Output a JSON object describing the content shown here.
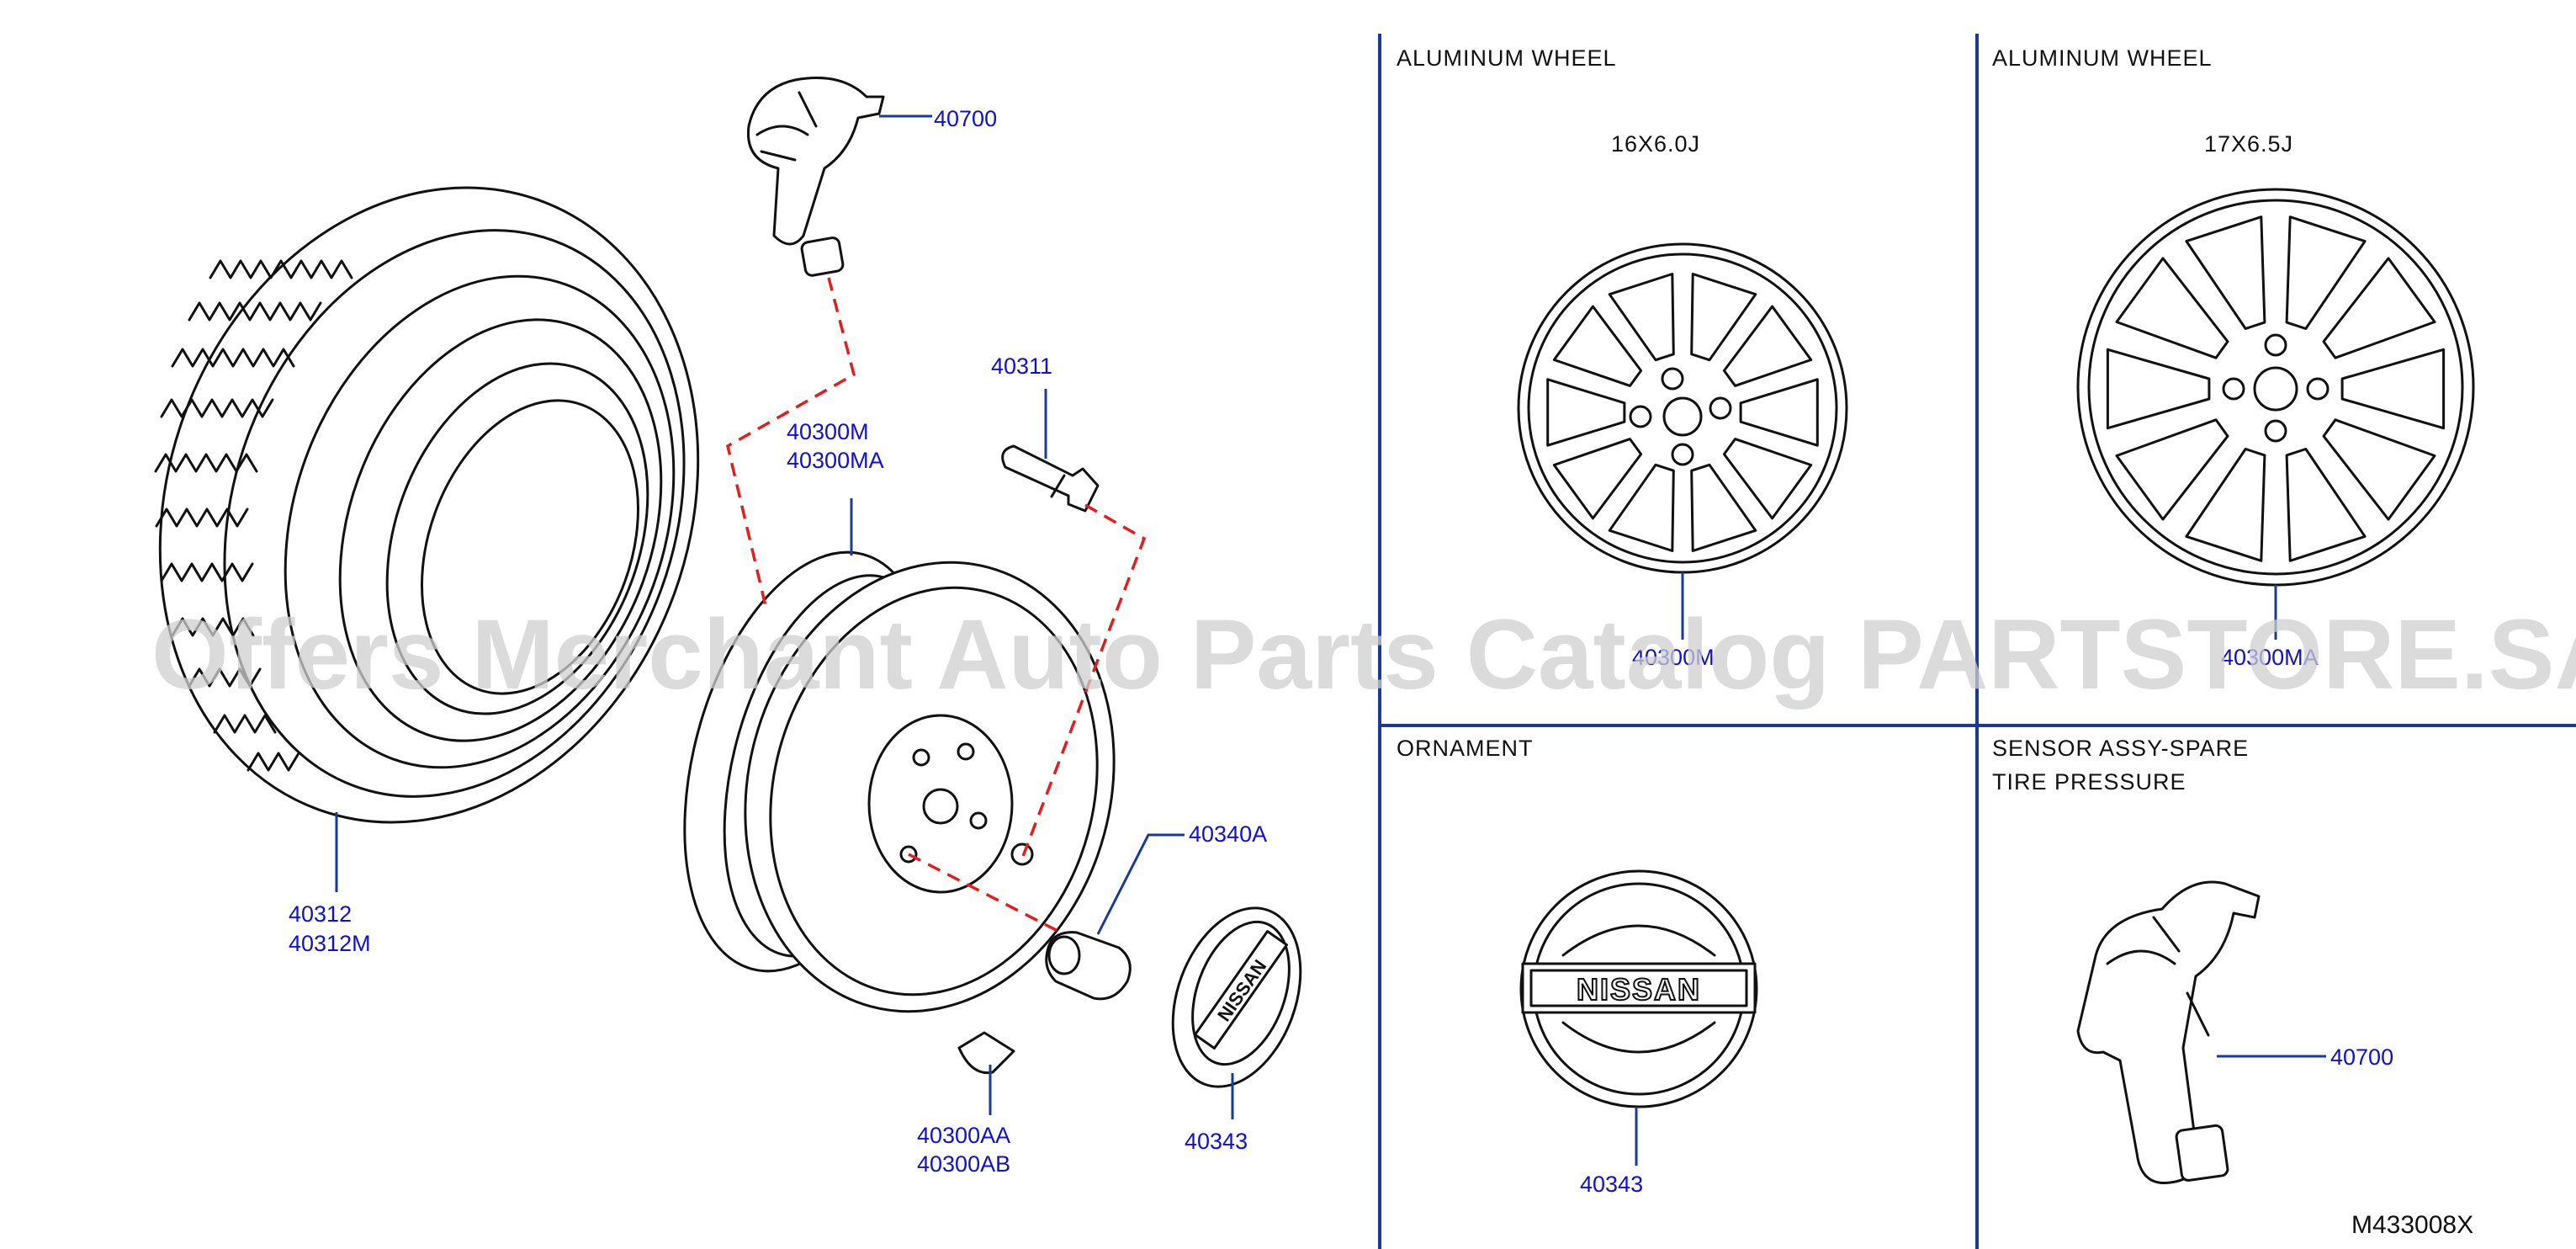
{
  "panels": {
    "alloy16": {
      "title": "ALUMINUM   WHEEL",
      "size": "16X6.0J",
      "part": "40300M"
    },
    "alloy17": {
      "title": "ALUMINUM   WHEEL",
      "size": "17X6.5J",
      "part": "40300MA"
    },
    "ornament": {
      "title": "ORNAMENT",
      "part": "40343",
      "logo": "NISSAN"
    },
    "sensor": {
      "title_line1": "SENSOR   ASSY-SPARE",
      "title_line2": "TIRE   PRESSURE",
      "part": "40700"
    }
  },
  "main": {
    "sensor_part": "40700",
    "bolt_part": "40311",
    "wheel_parts": [
      "40300M",
      "40300MA"
    ],
    "tire_parts": [
      "40312",
      "40312M"
    ],
    "nut_part": "40340A",
    "weight_parts": [
      "40300AA",
      "40300AB"
    ],
    "cap_part": "40343",
    "cap_logo": "NISSAN"
  },
  "diagram_code": "M433008X",
  "watermark": "Offers Merchant Auto Parts Catalog PARTSTORE.SA"
}
